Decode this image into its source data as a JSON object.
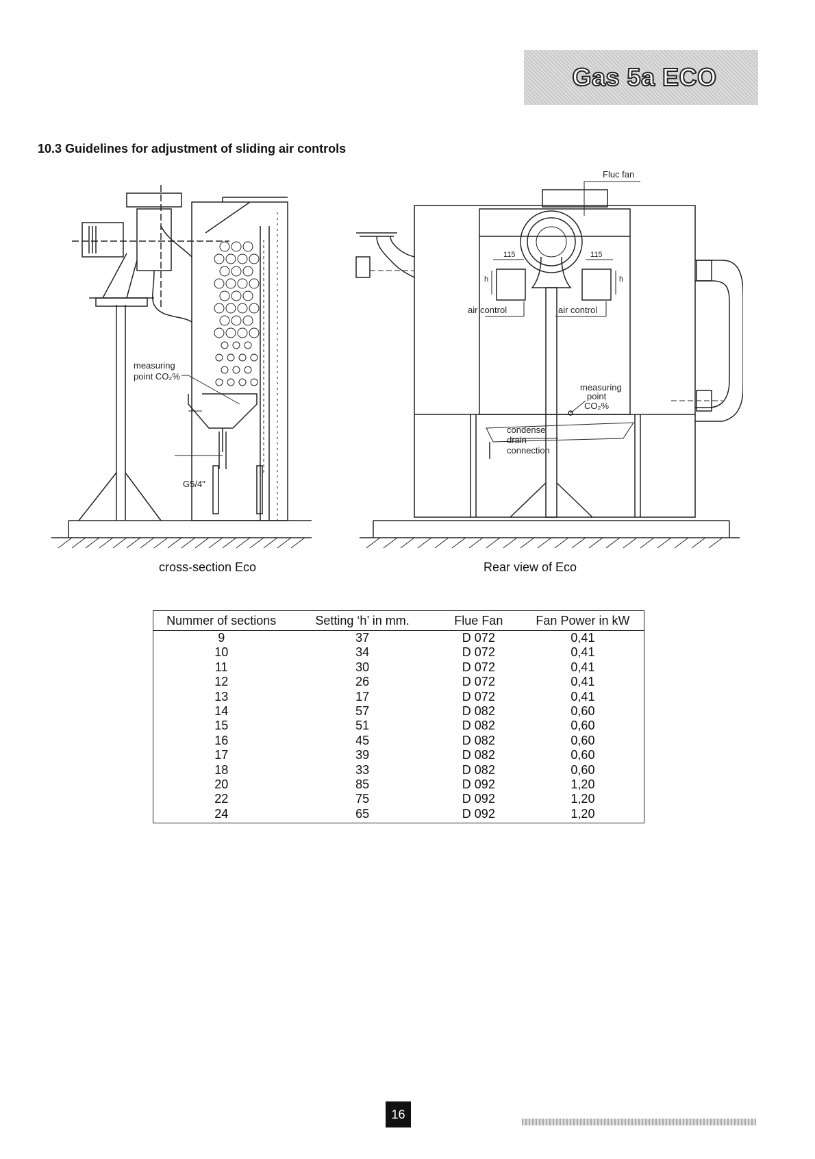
{
  "header": {
    "brand": "Gas 5a ECO"
  },
  "section": {
    "heading": "10.3 Guidelines for adjustment of sliding air controls"
  },
  "figures": {
    "cross_section": {
      "caption": "cross-section Eco",
      "measuring_label_1": "measuring",
      "measuring_label_2": "point  CO₂%",
      "thread_label": "G5/4\""
    },
    "rear_view": {
      "caption": "Rear view of Eco",
      "fan_label": "Fluc fan",
      "dim_left": "115",
      "dim_right": "115",
      "h_left": "h",
      "h_right": "h",
      "air_control_left": "air control",
      "air_control_right": "air control",
      "measuring_1": "measuring",
      "measuring_2": "point",
      "measuring_3": "CO₂%",
      "condense_1": "condense",
      "condense_2": "drain",
      "condense_3": "connection"
    }
  },
  "table": {
    "headers": [
      "Nummer of sections",
      "Setting ‘h’ in mm.",
      "Flue Fan",
      "Fan Power in kW"
    ],
    "rows": [
      [
        "9",
        "37",
        "D 072",
        "0,41"
      ],
      [
        "10",
        "34",
        "D 072",
        "0,41"
      ],
      [
        "11",
        "30",
        "D 072",
        "0,41"
      ],
      [
        "12",
        "26",
        "D 072",
        "0,41"
      ],
      [
        "13",
        "17",
        "D 072",
        "0,41"
      ],
      [
        "14",
        "57",
        "D 082",
        "0,60"
      ],
      [
        "15",
        "51",
        "D 082",
        "0,60"
      ],
      [
        "16",
        "45",
        "D 082",
        "0,60"
      ],
      [
        "17",
        "39",
        "D 082",
        "0,60"
      ],
      [
        "18",
        "33",
        "D 082",
        "0,60"
      ],
      [
        "20",
        "85",
        "D 092",
        "1,20"
      ],
      [
        "22",
        "75",
        "D 092",
        "1,20"
      ],
      [
        "24",
        "65",
        "D 092",
        "1,20"
      ]
    ]
  },
  "footer": {
    "page_number": "16"
  }
}
